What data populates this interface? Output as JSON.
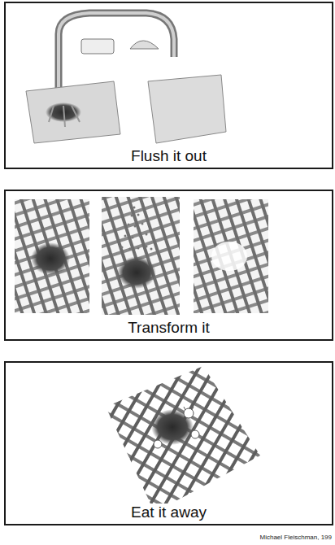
{
  "diagram": {
    "nodes": [
      {
        "text": [
          "Flush it out"
        ]
      },
      {
        "text": [
          "Transform it"
        ]
      },
      {
        "text": [
          "Eat it away"
        ]
      }
    ],
    "labels": [
      "Michael Fleischman, 199"
    ]
  }
}
